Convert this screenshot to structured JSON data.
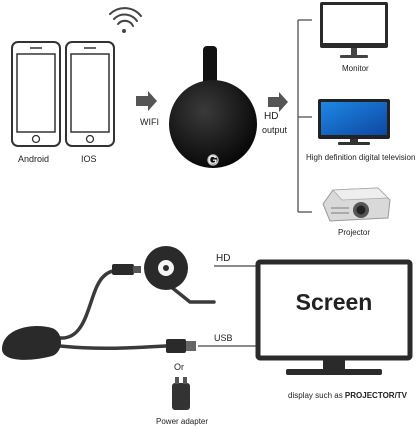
{
  "top": {
    "phones": [
      {
        "label": "Android"
      },
      {
        "label": "IOS"
      }
    ],
    "wifi_label": "WIFI",
    "hd_output_label": [
      "HD",
      "output"
    ],
    "dongle_logo": "G",
    "outputs": [
      {
        "label": "Monitor",
        "icon": "monitor-icon"
      },
      {
        "label": "High definition digital television",
        "icon": "television-icon"
      },
      {
        "label": "Projector",
        "icon": "projector-icon"
      }
    ]
  },
  "bottom": {
    "hd_label": "HD",
    "usb_label": "USB",
    "or_label": "Or",
    "power_adapter_label": "Power adapter",
    "screen_label": "Screen",
    "caption_prefix": "display such as ",
    "caption_bold": "PROJECTOR/TV"
  }
}
